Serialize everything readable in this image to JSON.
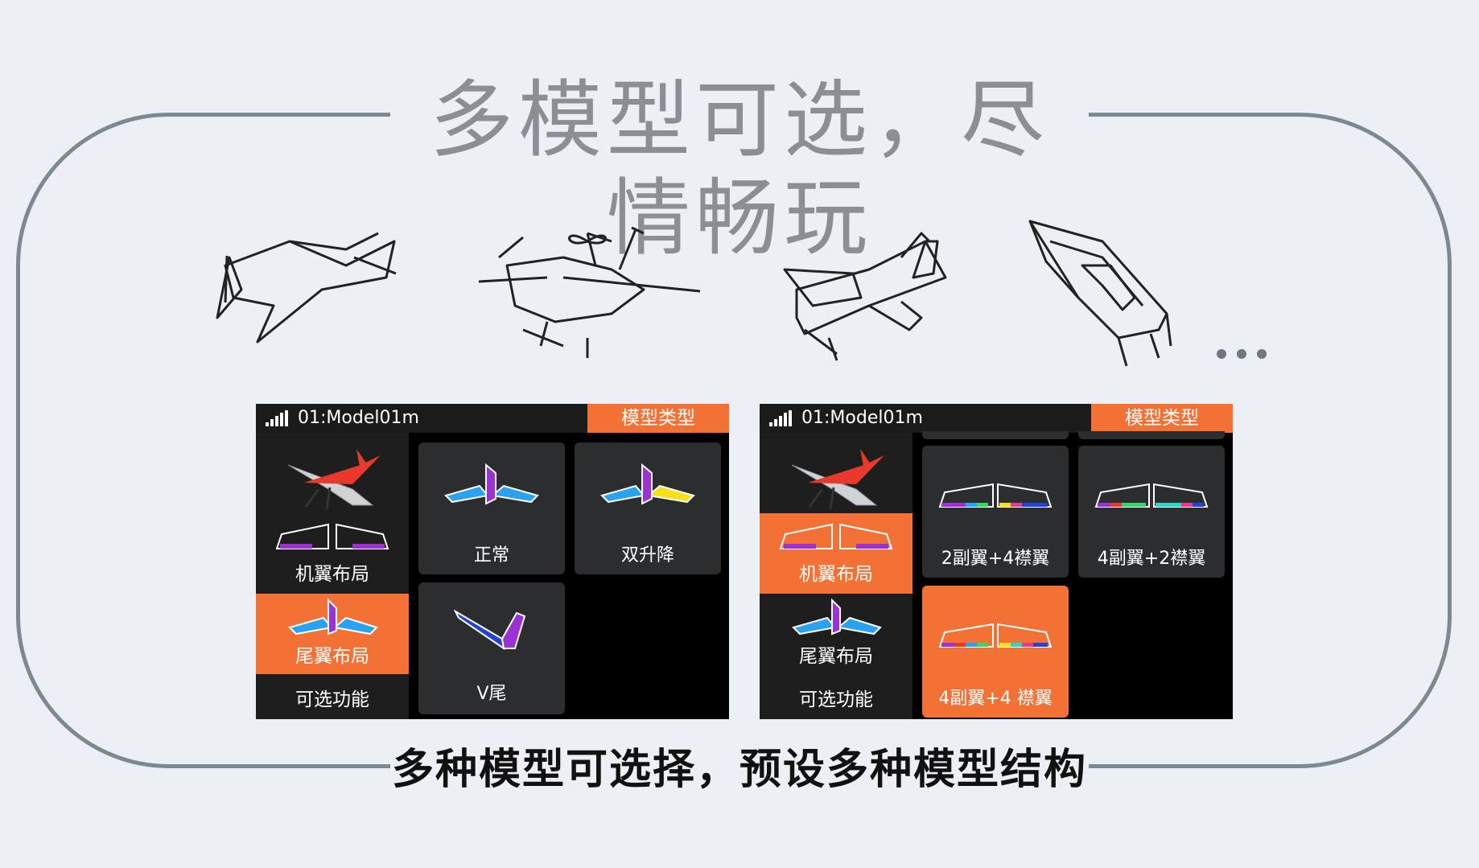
{
  "page": {
    "title": "多模型可选，尽情畅玩",
    "subtitle": "多种模型可选择，预设多种模型结构"
  },
  "model_icons": [
    "jet-plane-icon",
    "quadcopter-icon",
    "aerobatic-plane-icon",
    "boat-icon",
    "ellipsis-icon"
  ],
  "screens": [
    {
      "model_name": "01:Model01m",
      "header_tab": "模型类型",
      "sidebar": [
        {
          "label": "",
          "icon": "airplane-photo-icon",
          "active": false
        },
        {
          "label": "机翼布局",
          "icon": "wing-layout-icon",
          "active": false
        },
        {
          "label": "尾翼布局",
          "icon": "tail-layout-icon",
          "active": true
        },
        {
          "label": "可选功能",
          "icon": "",
          "active": false
        }
      ],
      "options": [
        {
          "label": "正常",
          "icon": "normal-tail-icon",
          "active": false
        },
        {
          "label": "双升降",
          "icon": "dual-elevator-icon",
          "active": false
        },
        {
          "label": "V尾",
          "icon": "v-tail-icon",
          "active": false
        }
      ]
    },
    {
      "model_name": "01:Model01m",
      "header_tab": "模型类型",
      "sidebar": [
        {
          "label": "",
          "icon": "airplane-photo-icon",
          "active": false
        },
        {
          "label": "机翼布局",
          "icon": "wing-layout-icon",
          "active": true
        },
        {
          "label": "尾翼布局",
          "icon": "tail-layout-icon",
          "active": false
        },
        {
          "label": "可选功能",
          "icon": "",
          "active": false
        }
      ],
      "options": [
        {
          "label": "2副翼+4襟翼",
          "icon": "wing-2ail-4flap-icon",
          "active": false
        },
        {
          "label": "4副翼+2襟翼",
          "icon": "wing-4ail-2flap-icon",
          "active": false
        },
        {
          "label": "4副翼+4 襟翼",
          "icon": "wing-4ail-4flap-icon",
          "active": true
        }
      ]
    }
  ],
  "colors": {
    "accent": "#f47135",
    "frame": "#7c8993",
    "background": "#eceff3",
    "title_text": "#8a8f94",
    "tile": "#2b2d2f",
    "sidebar": "#1e1e1e"
  }
}
